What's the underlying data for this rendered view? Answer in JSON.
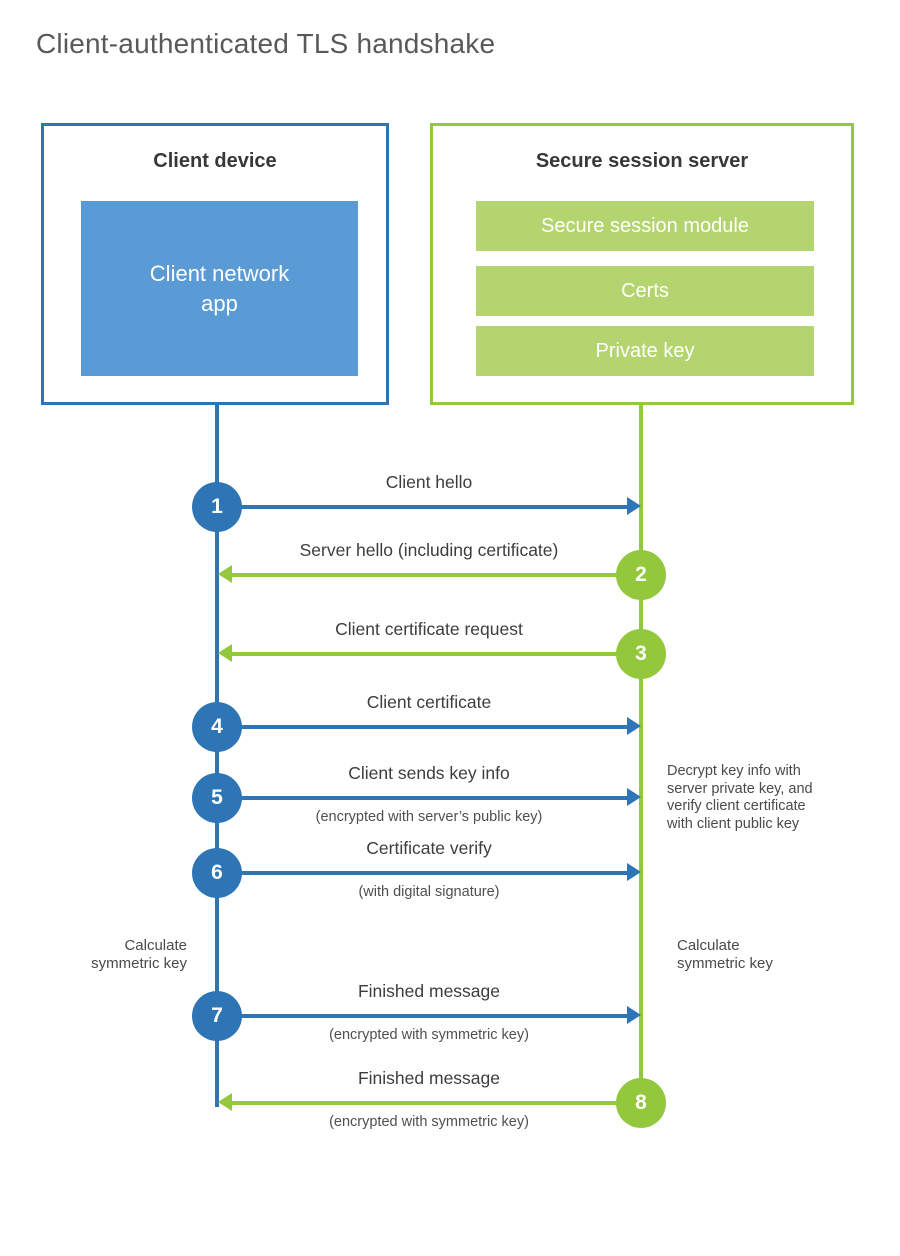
{
  "title": "Client-authenticated TLS handshake",
  "client_box": {
    "title": "Client device",
    "app_label": "Client network\napp"
  },
  "server_box": {
    "title": "Secure session server",
    "modules": [
      "Secure session module",
      "Certs",
      "Private key"
    ]
  },
  "messages": [
    {
      "num": "1",
      "from": "client",
      "label": "Client hello",
      "sublabel": ""
    },
    {
      "num": "2",
      "from": "server",
      "label": "Server hello (including certificate)",
      "sublabel": ""
    },
    {
      "num": "3",
      "from": "server",
      "label": "Client certificate request",
      "sublabel": ""
    },
    {
      "num": "4",
      "from": "client",
      "label": "Client certificate",
      "sublabel": ""
    },
    {
      "num": "5",
      "from": "client",
      "label": "Client sends key info",
      "sublabel": "(encrypted with server’s public key)"
    },
    {
      "num": "6",
      "from": "client",
      "label": "Certificate verify",
      "sublabel": "(with digital signature)"
    },
    {
      "num": "7",
      "from": "client",
      "label": "Finished message",
      "sublabel": "(encrypted with symmetric key)"
    },
    {
      "num": "8",
      "from": "server",
      "label": "Finished message",
      "sublabel": "(encrypted with symmetric key)"
    }
  ],
  "annotations": {
    "decrypt_note": "Decrypt key info with\nserver private key, and\nverify client certificate\nwith client public key",
    "calc_left": "Calculate\nsymmetric key",
    "calc_right": "Calculate\nsymmetric key"
  },
  "colors": {
    "blue": "#2e75b6",
    "blue_fill": "#5b9bd5",
    "green": "#93c83d",
    "green_fill": "#b4d470"
  }
}
